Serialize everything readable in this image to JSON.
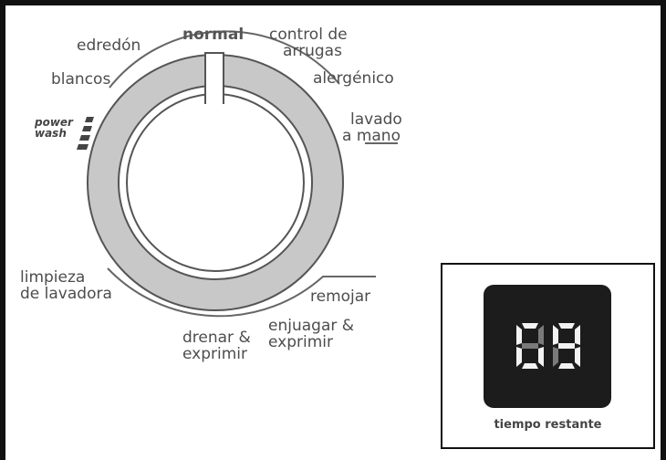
{
  "dial": {
    "cycles": {
      "normal": "normal",
      "edredon": "edredón",
      "blancos": "blancos",
      "power_wash_line1": "power",
      "power_wash_line2": "wash",
      "control_arrugas_line1": "control de",
      "control_arrugas_line2": "arrugas",
      "alergenico": "alergénico",
      "lavado_mano_line1": "lavado",
      "lavado_mano_line2": "a mano",
      "limpieza_line1": "limpieza",
      "limpieza_line2": "de lavadora",
      "remojar": "remojar",
      "enjuagar_line1": "enjuagar &",
      "enjuagar_line2": "exprimir",
      "drenar_line1": "drenar &",
      "drenar_line2": "exprimir"
    }
  },
  "display": {
    "digits": "88",
    "caption": "tiempo restante"
  },
  "colors": {
    "ring": "#c8c8c8",
    "outline": "#555555",
    "screen": "#1c1c1c",
    "segment_lit": "#f2f2f2",
    "segment_dim": "#7a7a7a"
  }
}
